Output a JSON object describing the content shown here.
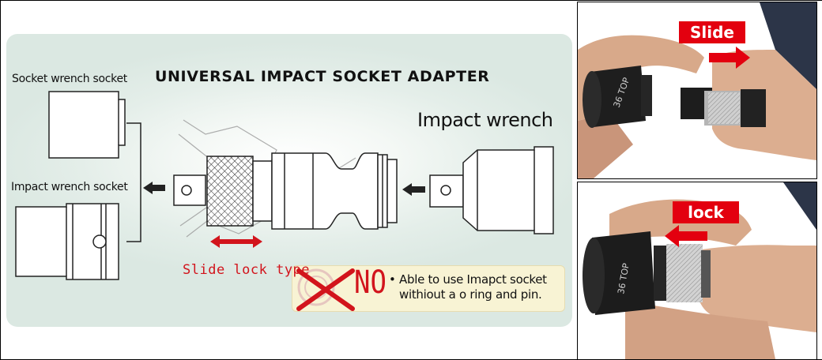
{
  "title": "UNIVERSAL IMPACT SOCKET ADAPTER",
  "labels": {
    "socket_wrench_socket": "Socket wrench socket",
    "impact_wrench_socket": "Impact wrench socket",
    "impact_wrench": "Impact wrench",
    "slide_lock_type": "Slide lock type"
  },
  "note": {
    "no": "NO",
    "line1": "• Able to use Imapct socket",
    "line2": "withiout a o ring and pin."
  },
  "photos": {
    "top": {
      "tag": "Slide",
      "socket_marking": "36 TOP"
    },
    "bottom": {
      "tag": "lock",
      "socket_marking": "36 TOP"
    }
  },
  "colors": {
    "accent_red": "#e3000f",
    "panel_bg": "#dbe8e2",
    "note_bg": "#f8f3d4"
  }
}
